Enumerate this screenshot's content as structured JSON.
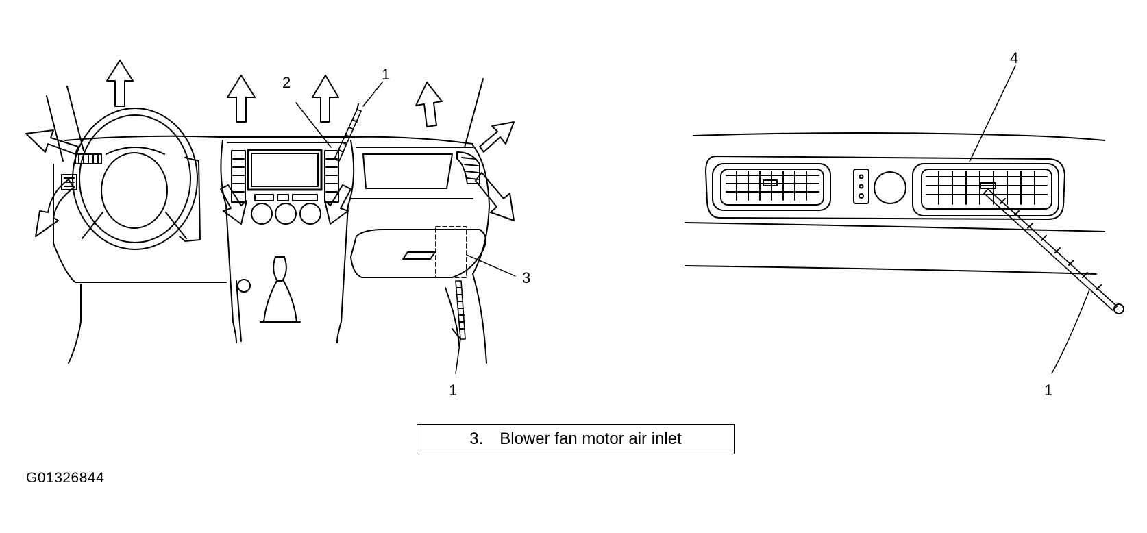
{
  "callouts": {
    "left_probe_top": "1",
    "left_center_vent": "2",
    "left_inlet": "3",
    "left_probe_bottom": "1",
    "right_vent": "4",
    "right_probe": "1"
  },
  "legend": {
    "number": "3.",
    "text": "Blower fan motor air inlet"
  },
  "figure_id": "G01326844"
}
